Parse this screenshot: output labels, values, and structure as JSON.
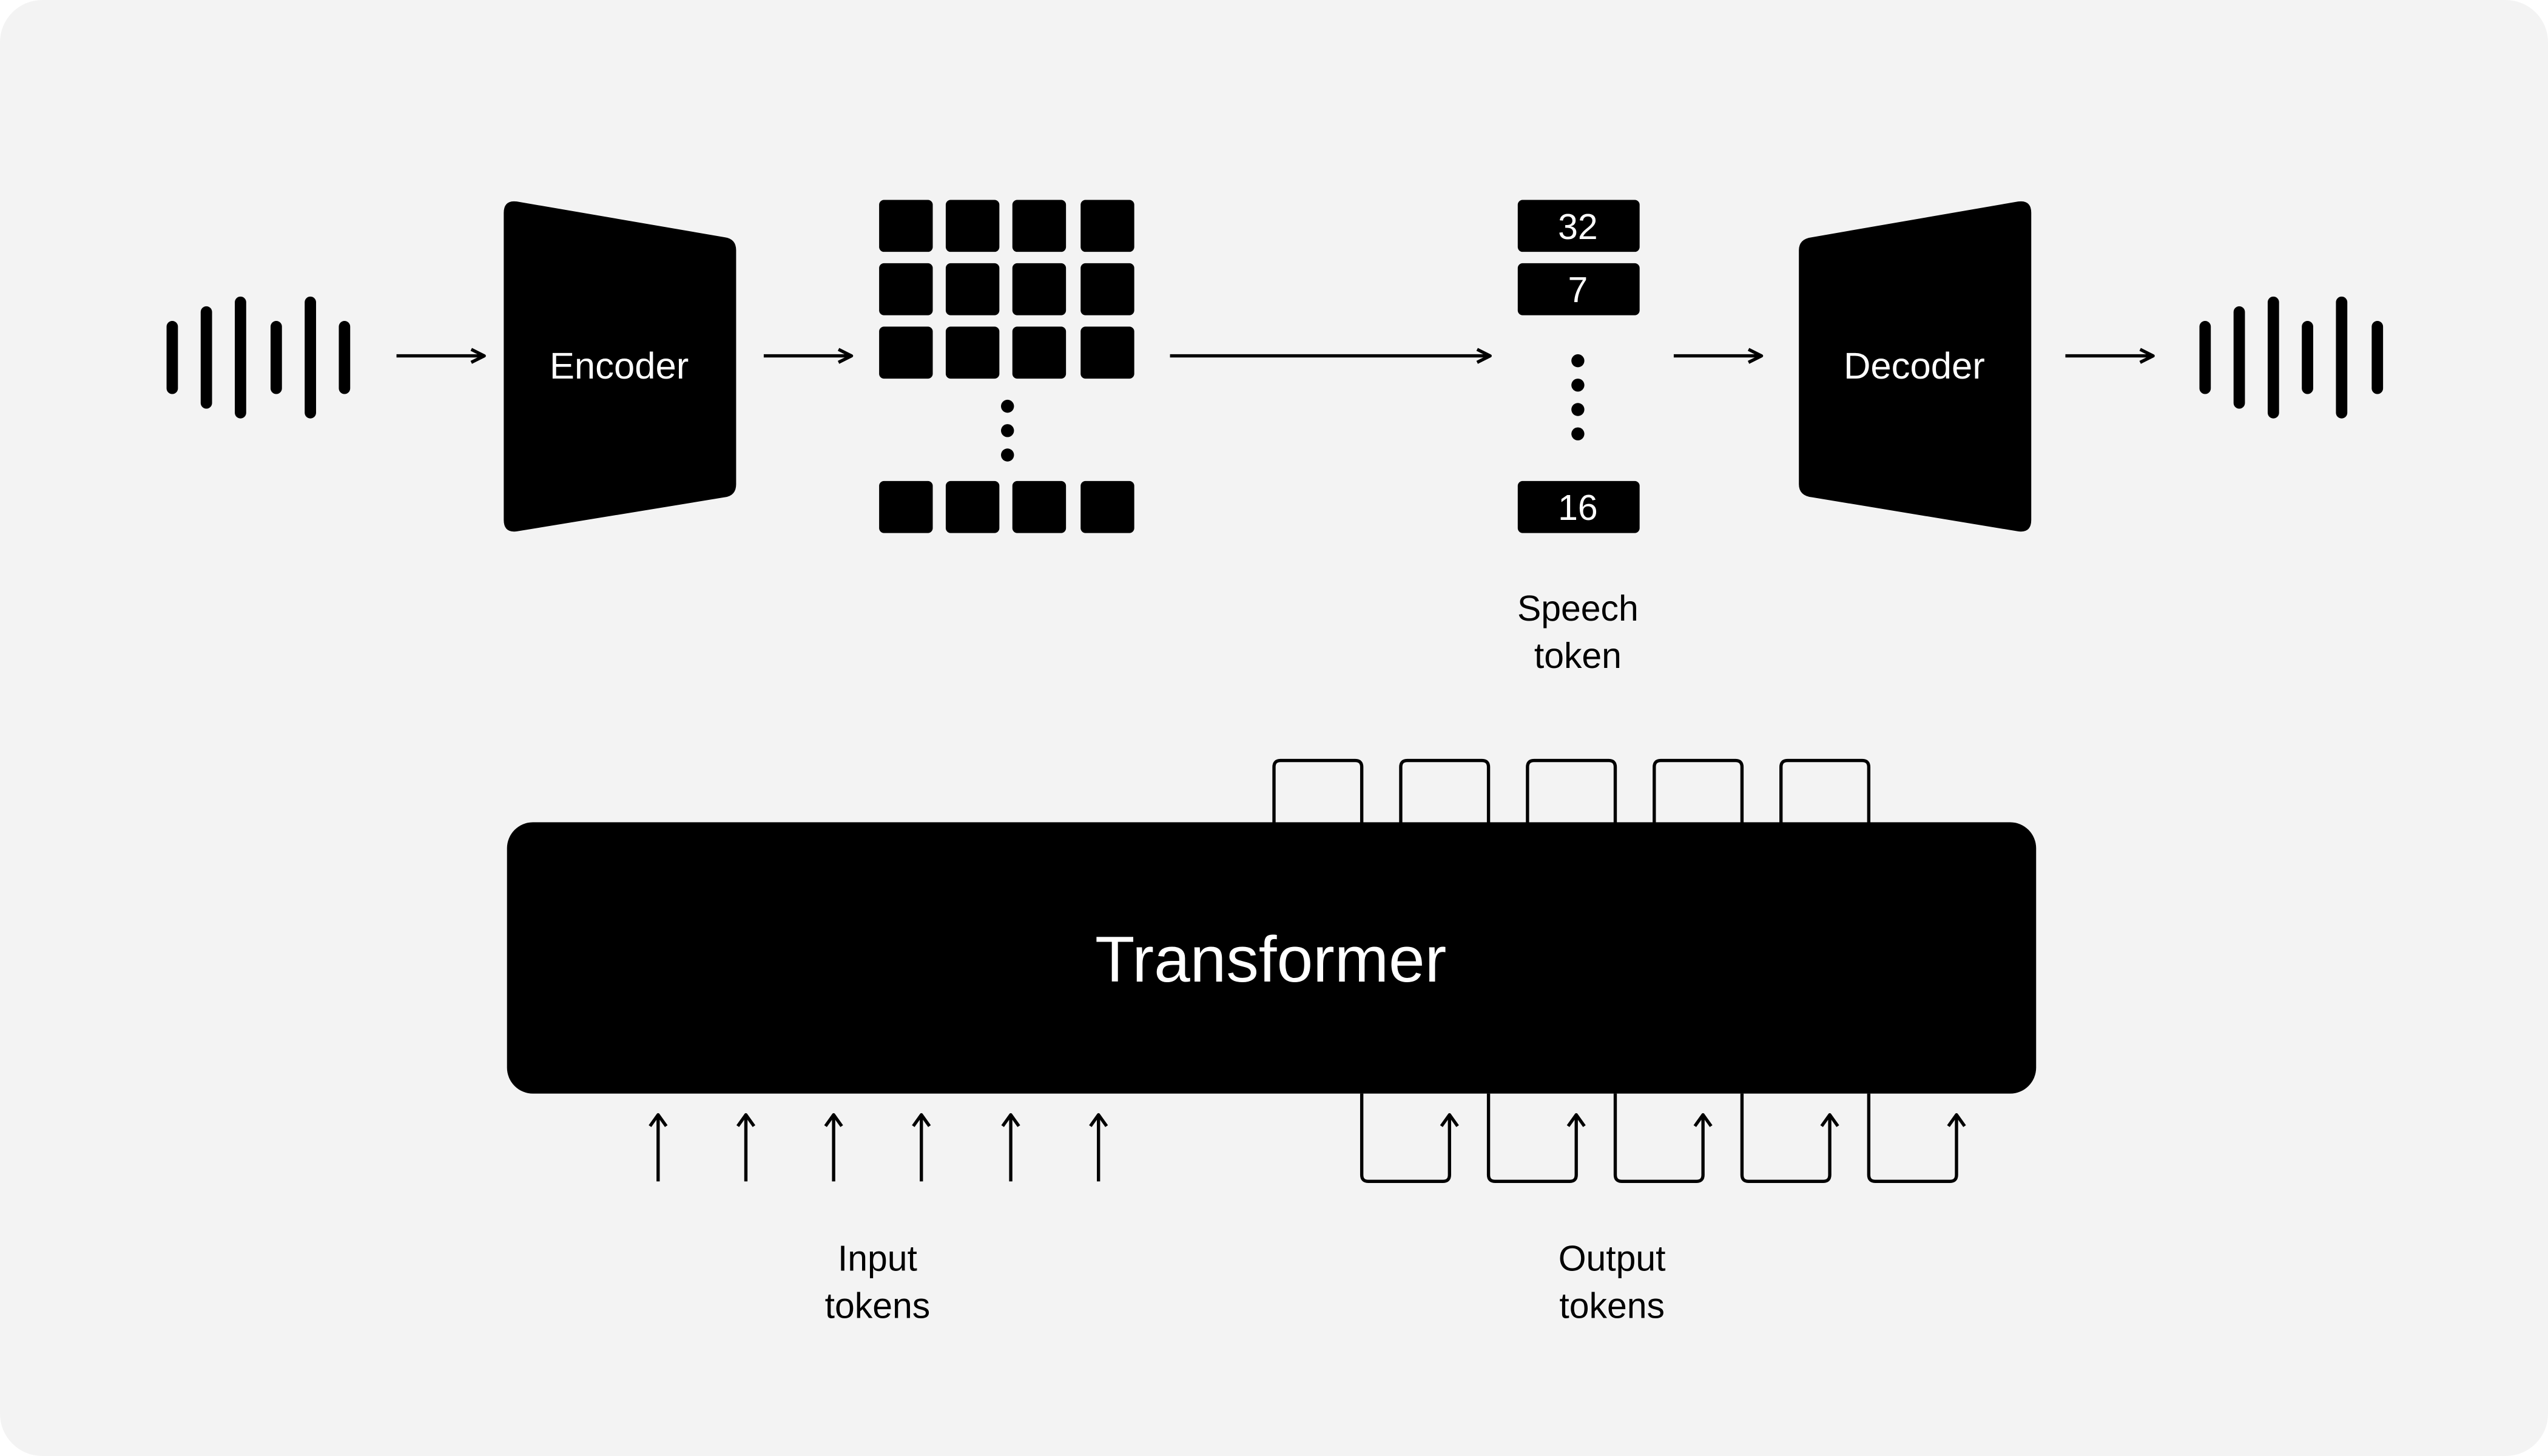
{
  "colors": {
    "background": "#f3f3f3",
    "shape": "#000000",
    "text_on_shape": "#ffffff",
    "text": "#000000"
  },
  "encoder": {
    "label": "Encoder"
  },
  "decoder": {
    "label": "Decoder"
  },
  "speech_tokens": {
    "values": [
      "32",
      "7",
      "16"
    ],
    "caption_line1": "Speech",
    "caption_line2": "token"
  },
  "transformer": {
    "label": "Transformer"
  },
  "input_tokens": {
    "caption_line1": "Input",
    "caption_line2": "tokens"
  },
  "output_tokens": {
    "caption_line1": "Output",
    "caption_line2": "tokens"
  },
  "icons": {
    "input_audio": "waveform-icon",
    "output_audio": "waveform-icon",
    "feature_grid": "grid-icon"
  }
}
